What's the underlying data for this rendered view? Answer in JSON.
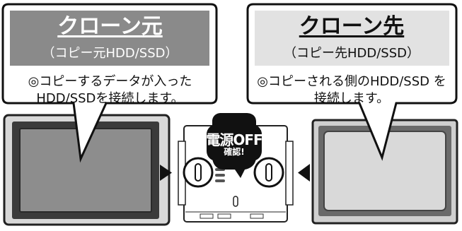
{
  "source_callout": {
    "title": "クローン元",
    "subtitle": "（コピー元HDD/SSD）",
    "description": "◎コピーするデータが入った HDD/SSDを接続します。"
  },
  "target_callout": {
    "title": "クローン先",
    "subtitle": "（コピー先HDD/SSD）",
    "description": "◎コピーされる側のHDD/SSD を接続します。"
  },
  "power_badge": {
    "main": "電源OFF",
    "sub": "確認!"
  },
  "colors": {
    "left_header_bg": "#8a8a8a",
    "right_header_bg": "#e2e2e2",
    "drive_frame": "#3a3a3a",
    "drive_face": "#8d8d8d",
    "badge_bg": "#111111"
  }
}
